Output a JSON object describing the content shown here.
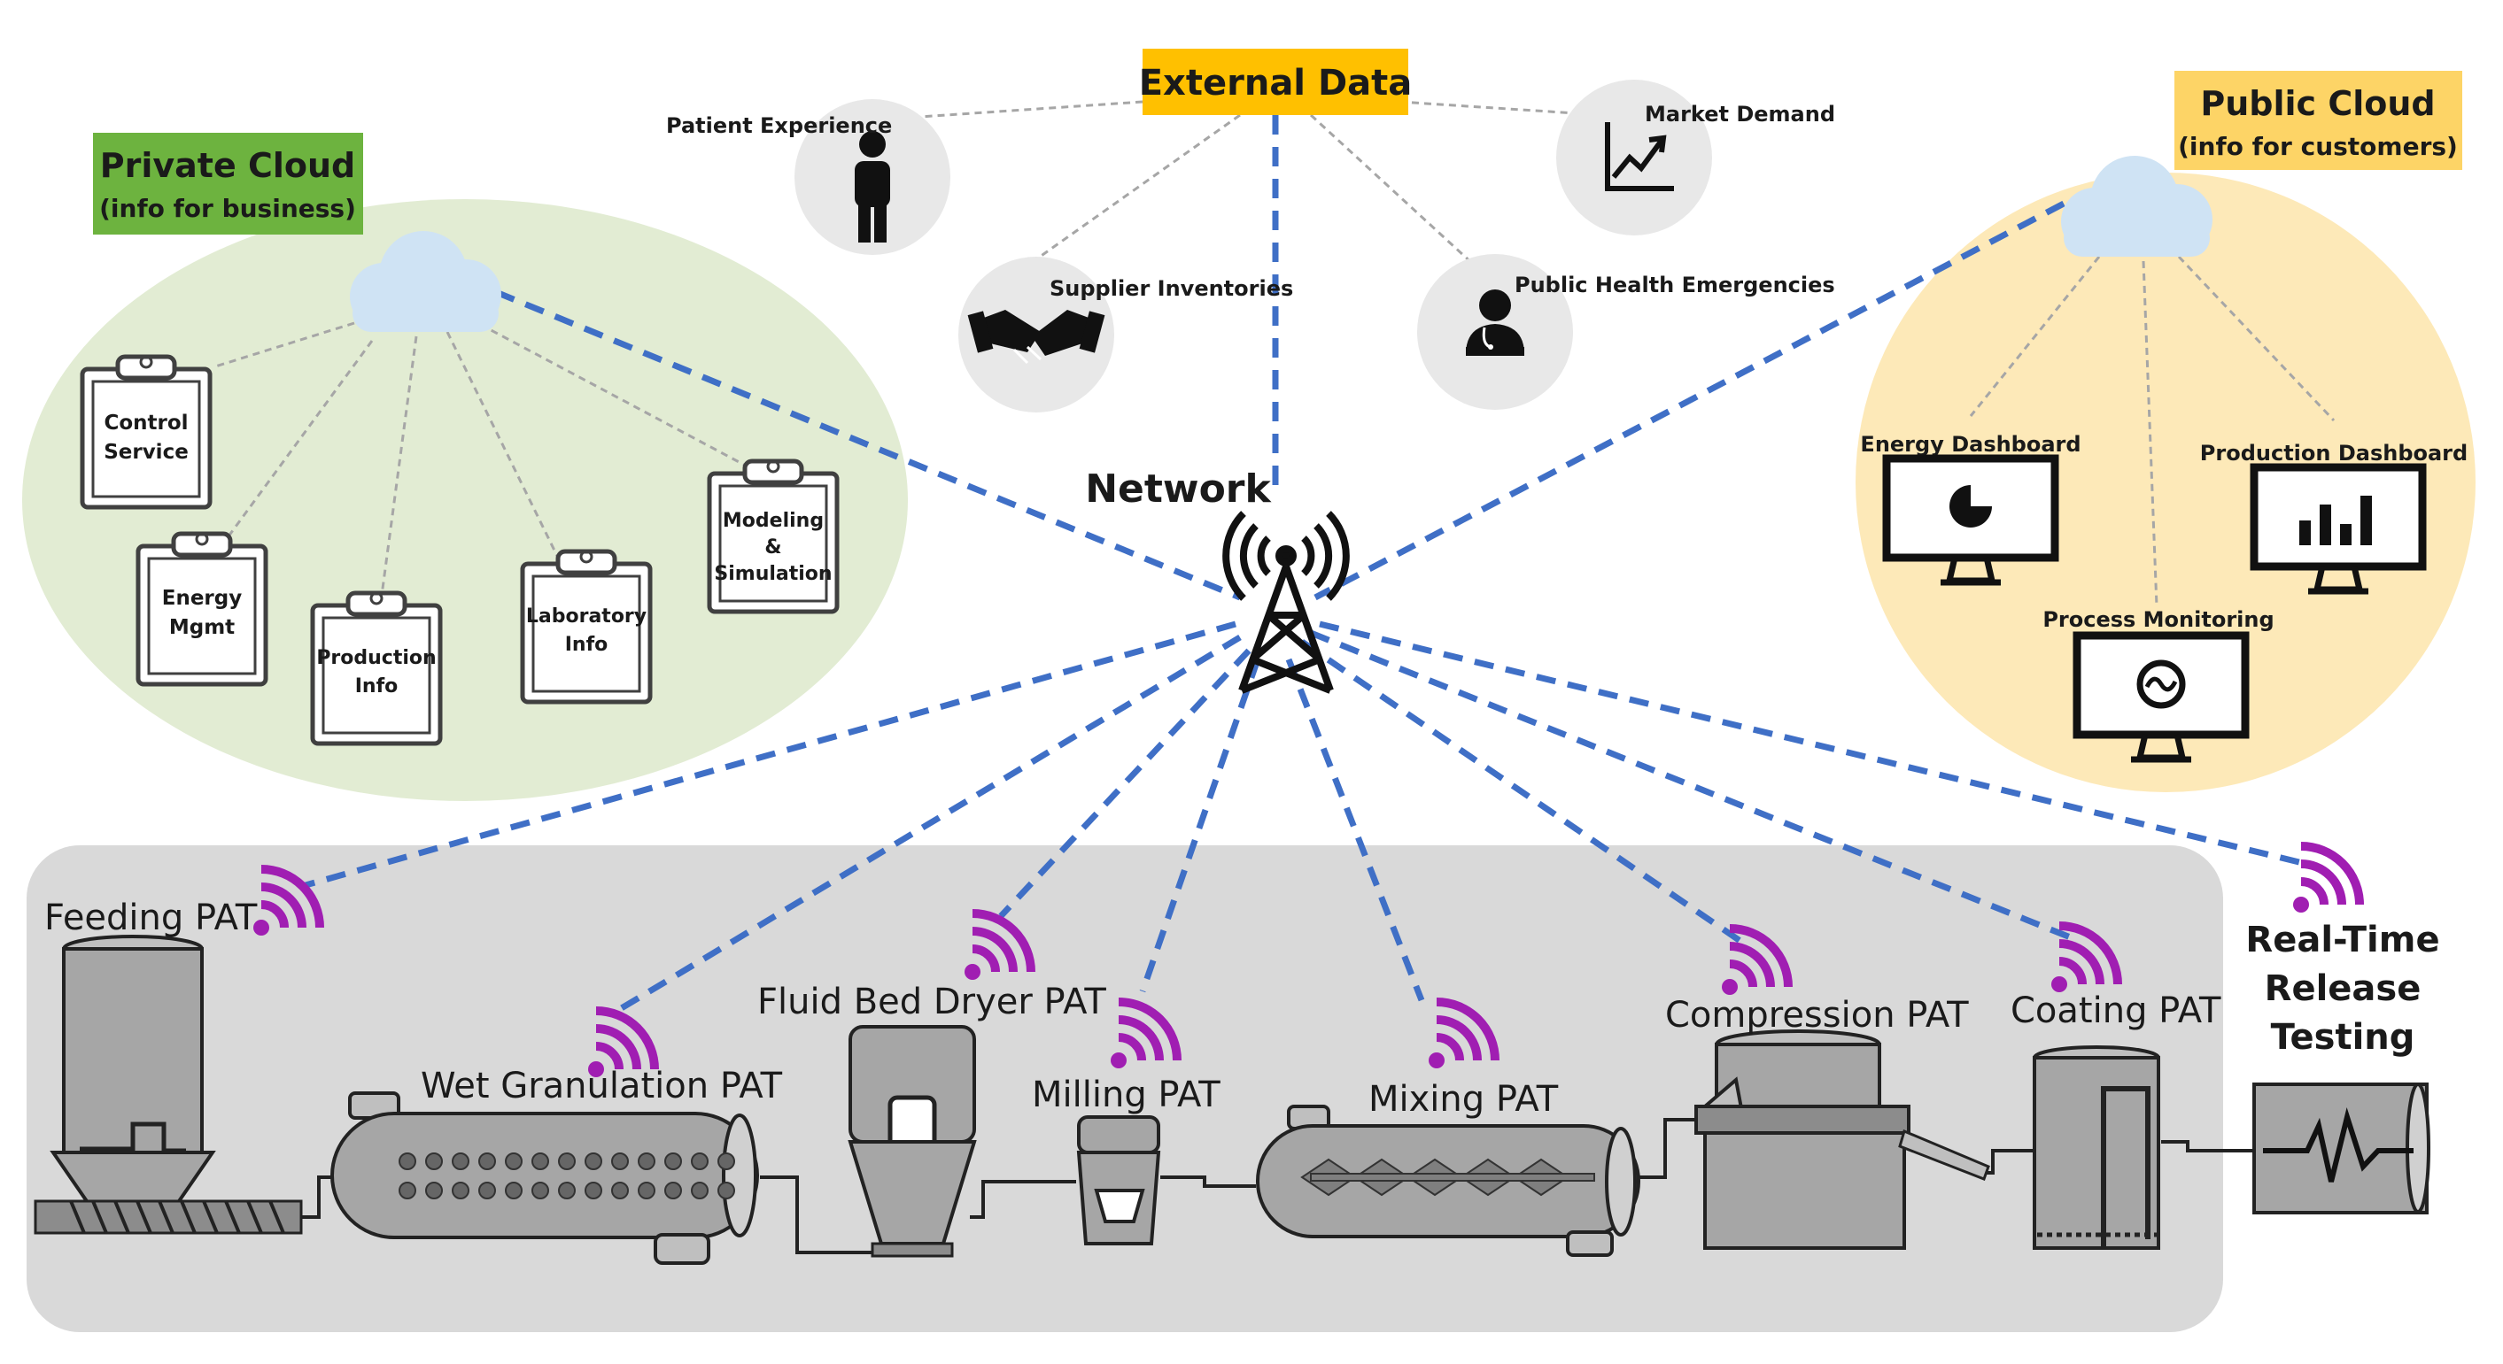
{
  "colors": {
    "private_cloud_bg": "#e2ecd3",
    "private_cloud_label": "#6db33f",
    "public_cloud_bg": "#fde9b8",
    "public_cloud_label": "#fdd466",
    "external_data_label": "#ffc000",
    "network_line": "#3f6fc6",
    "thin_line": "#a6a6a6",
    "wifi": "#a01eb2",
    "process_band": "#d9d9d9",
    "cloud_icon": "#cfe3f4"
  },
  "external_data": {
    "title": "External Data",
    "items": [
      {
        "label": "Patient Experience",
        "icon": "person-icon"
      },
      {
        "label": "Market Demand",
        "icon": "chart-icon"
      },
      {
        "label": "Supplier Inventories",
        "icon": "handshake-icon"
      },
      {
        "label": "Public Health Emergencies",
        "icon": "doctor-icon"
      }
    ]
  },
  "private_cloud": {
    "title": "Private Cloud",
    "subtitle": "(info for business)",
    "items": [
      {
        "line1": "Control",
        "line2": "Service",
        "line3": ""
      },
      {
        "line1": "Energy",
        "line2": "Mgmt",
        "line3": ""
      },
      {
        "line1": "Production",
        "line2": "Info",
        "line3": ""
      },
      {
        "line1": "Laboratory",
        "line2": "Info",
        "line3": ""
      },
      {
        "line1": "Modeling",
        "line2": "&",
        "line3": "Simulation"
      }
    ]
  },
  "public_cloud": {
    "title": "Public Cloud",
    "subtitle": "(info for customers)",
    "dashboards": [
      {
        "label": "Energy Dashboard",
        "icon": "pie-chart-icon"
      },
      {
        "label": "Production Dashboard",
        "icon": "bar-chart-icon"
      },
      {
        "label": "Process Monitoring",
        "icon": "monitoring-icon"
      }
    ]
  },
  "network": {
    "label": "Network",
    "icon": "tower-icon"
  },
  "process": {
    "units": [
      {
        "label": "Feeding PAT"
      },
      {
        "label": "Wet Granulation PAT"
      },
      {
        "label": "Fluid Bed Dryer PAT"
      },
      {
        "label": "Milling PAT"
      },
      {
        "label": "Mixing PAT"
      },
      {
        "label": "Compression PAT"
      },
      {
        "label": "Coating PAT"
      }
    ],
    "rtrt": {
      "line1": "Real-Time",
      "line2": "Release",
      "line3": "Testing"
    }
  }
}
